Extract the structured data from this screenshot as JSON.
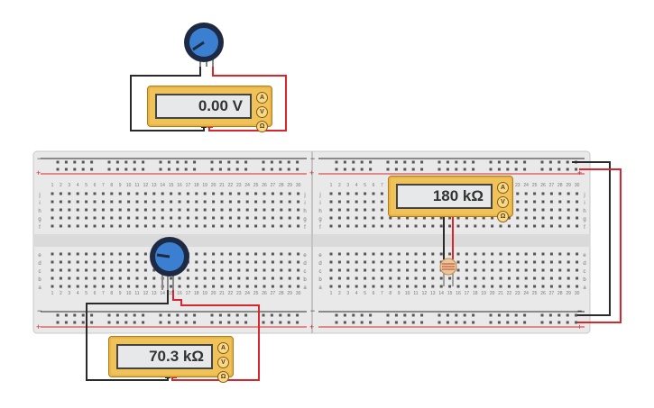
{
  "meters": [
    {
      "id": "voltmeter",
      "reading": "0.00 V"
    },
    {
      "id": "ohmmeter-ldr",
      "reading": "180 kΩ"
    },
    {
      "id": "ohmmeter-pot",
      "reading": "70.3 kΩ"
    }
  ],
  "meter_buttons": [
    "A",
    "V",
    "Ω"
  ],
  "rail_signs": {
    "minus": "−",
    "plus": "+"
  },
  "row_letters_top": [
    "j",
    "i",
    "h",
    "g",
    "f"
  ],
  "row_letters_bottom": [
    "e",
    "d",
    "c",
    "b",
    "a"
  ],
  "column_numbers": [
    "1",
    "2",
    "3",
    "4",
    "5",
    "6",
    "7",
    "8",
    "9",
    "10",
    "11",
    "12",
    "13",
    "14",
    "15",
    "16",
    "17",
    "18",
    "19",
    "20",
    "21",
    "22",
    "23",
    "24",
    "25",
    "26",
    "27",
    "28",
    "29",
    "30"
  ],
  "colors": {
    "wire_red": "#d8262f",
    "wire_black": "#2a2a2a",
    "meter_body": "#f0c35a",
    "knob_blue": "#3a7fd0",
    "board": "#e8e8e8"
  }
}
